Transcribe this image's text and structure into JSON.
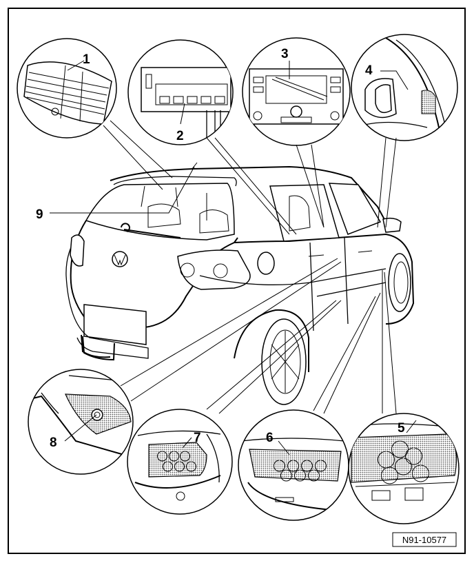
{
  "callouts": {
    "n1": "1",
    "n2": "2",
    "n3": "3",
    "n4": "4",
    "n5": "5",
    "n6": "6",
    "n7": "7",
    "n8": "8",
    "n9": "9"
  },
  "figure_code": "N91-10577",
  "colors": {
    "line": "#000000",
    "background": "#ffffff",
    "stipple": "#b5b5b5"
  }
}
